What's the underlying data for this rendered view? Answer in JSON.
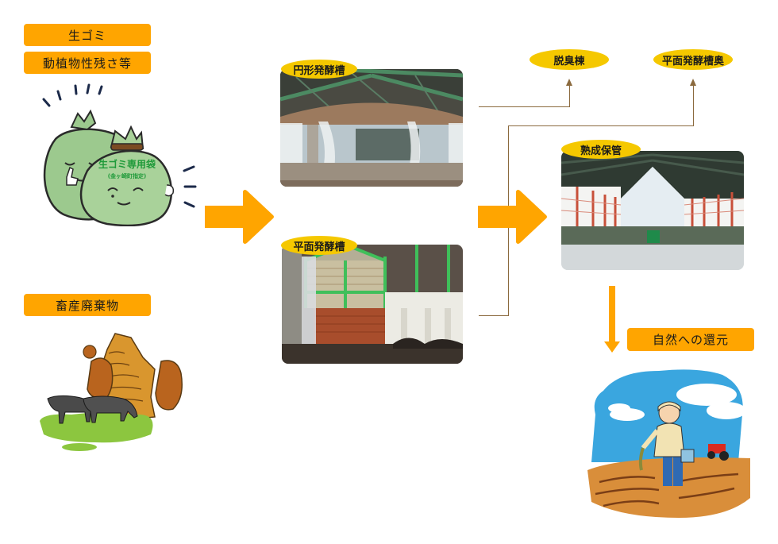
{
  "inputs": {
    "kitchen_waste": {
      "labels": [
        "生ゴミ",
        "動植物性残さ等"
      ],
      "bag_text": "生ゴミ専用袋",
      "bag_subtext": "(金ヶ崎町指定)"
    },
    "livestock_waste": {
      "label": "畜産廃棄物"
    }
  },
  "fermentation": {
    "circular_tank": {
      "label": "円形発酵槽"
    },
    "flat_tank": {
      "label": "平面発酵槽"
    }
  },
  "outputs": {
    "deodorization": {
      "label": "脱臭棟"
    },
    "flat_tank_rear": {
      "label": "平面発酵槽奥"
    }
  },
  "maturation": {
    "label": "熟成保管"
  },
  "return_to_nature": {
    "label": "自然への還元"
  },
  "colors": {
    "label_orange": "#ffa500",
    "oval_yellow": "#f5c800",
    "arrow_orange": "#ffa500",
    "flow_line_brown": "#8b6a3e"
  }
}
